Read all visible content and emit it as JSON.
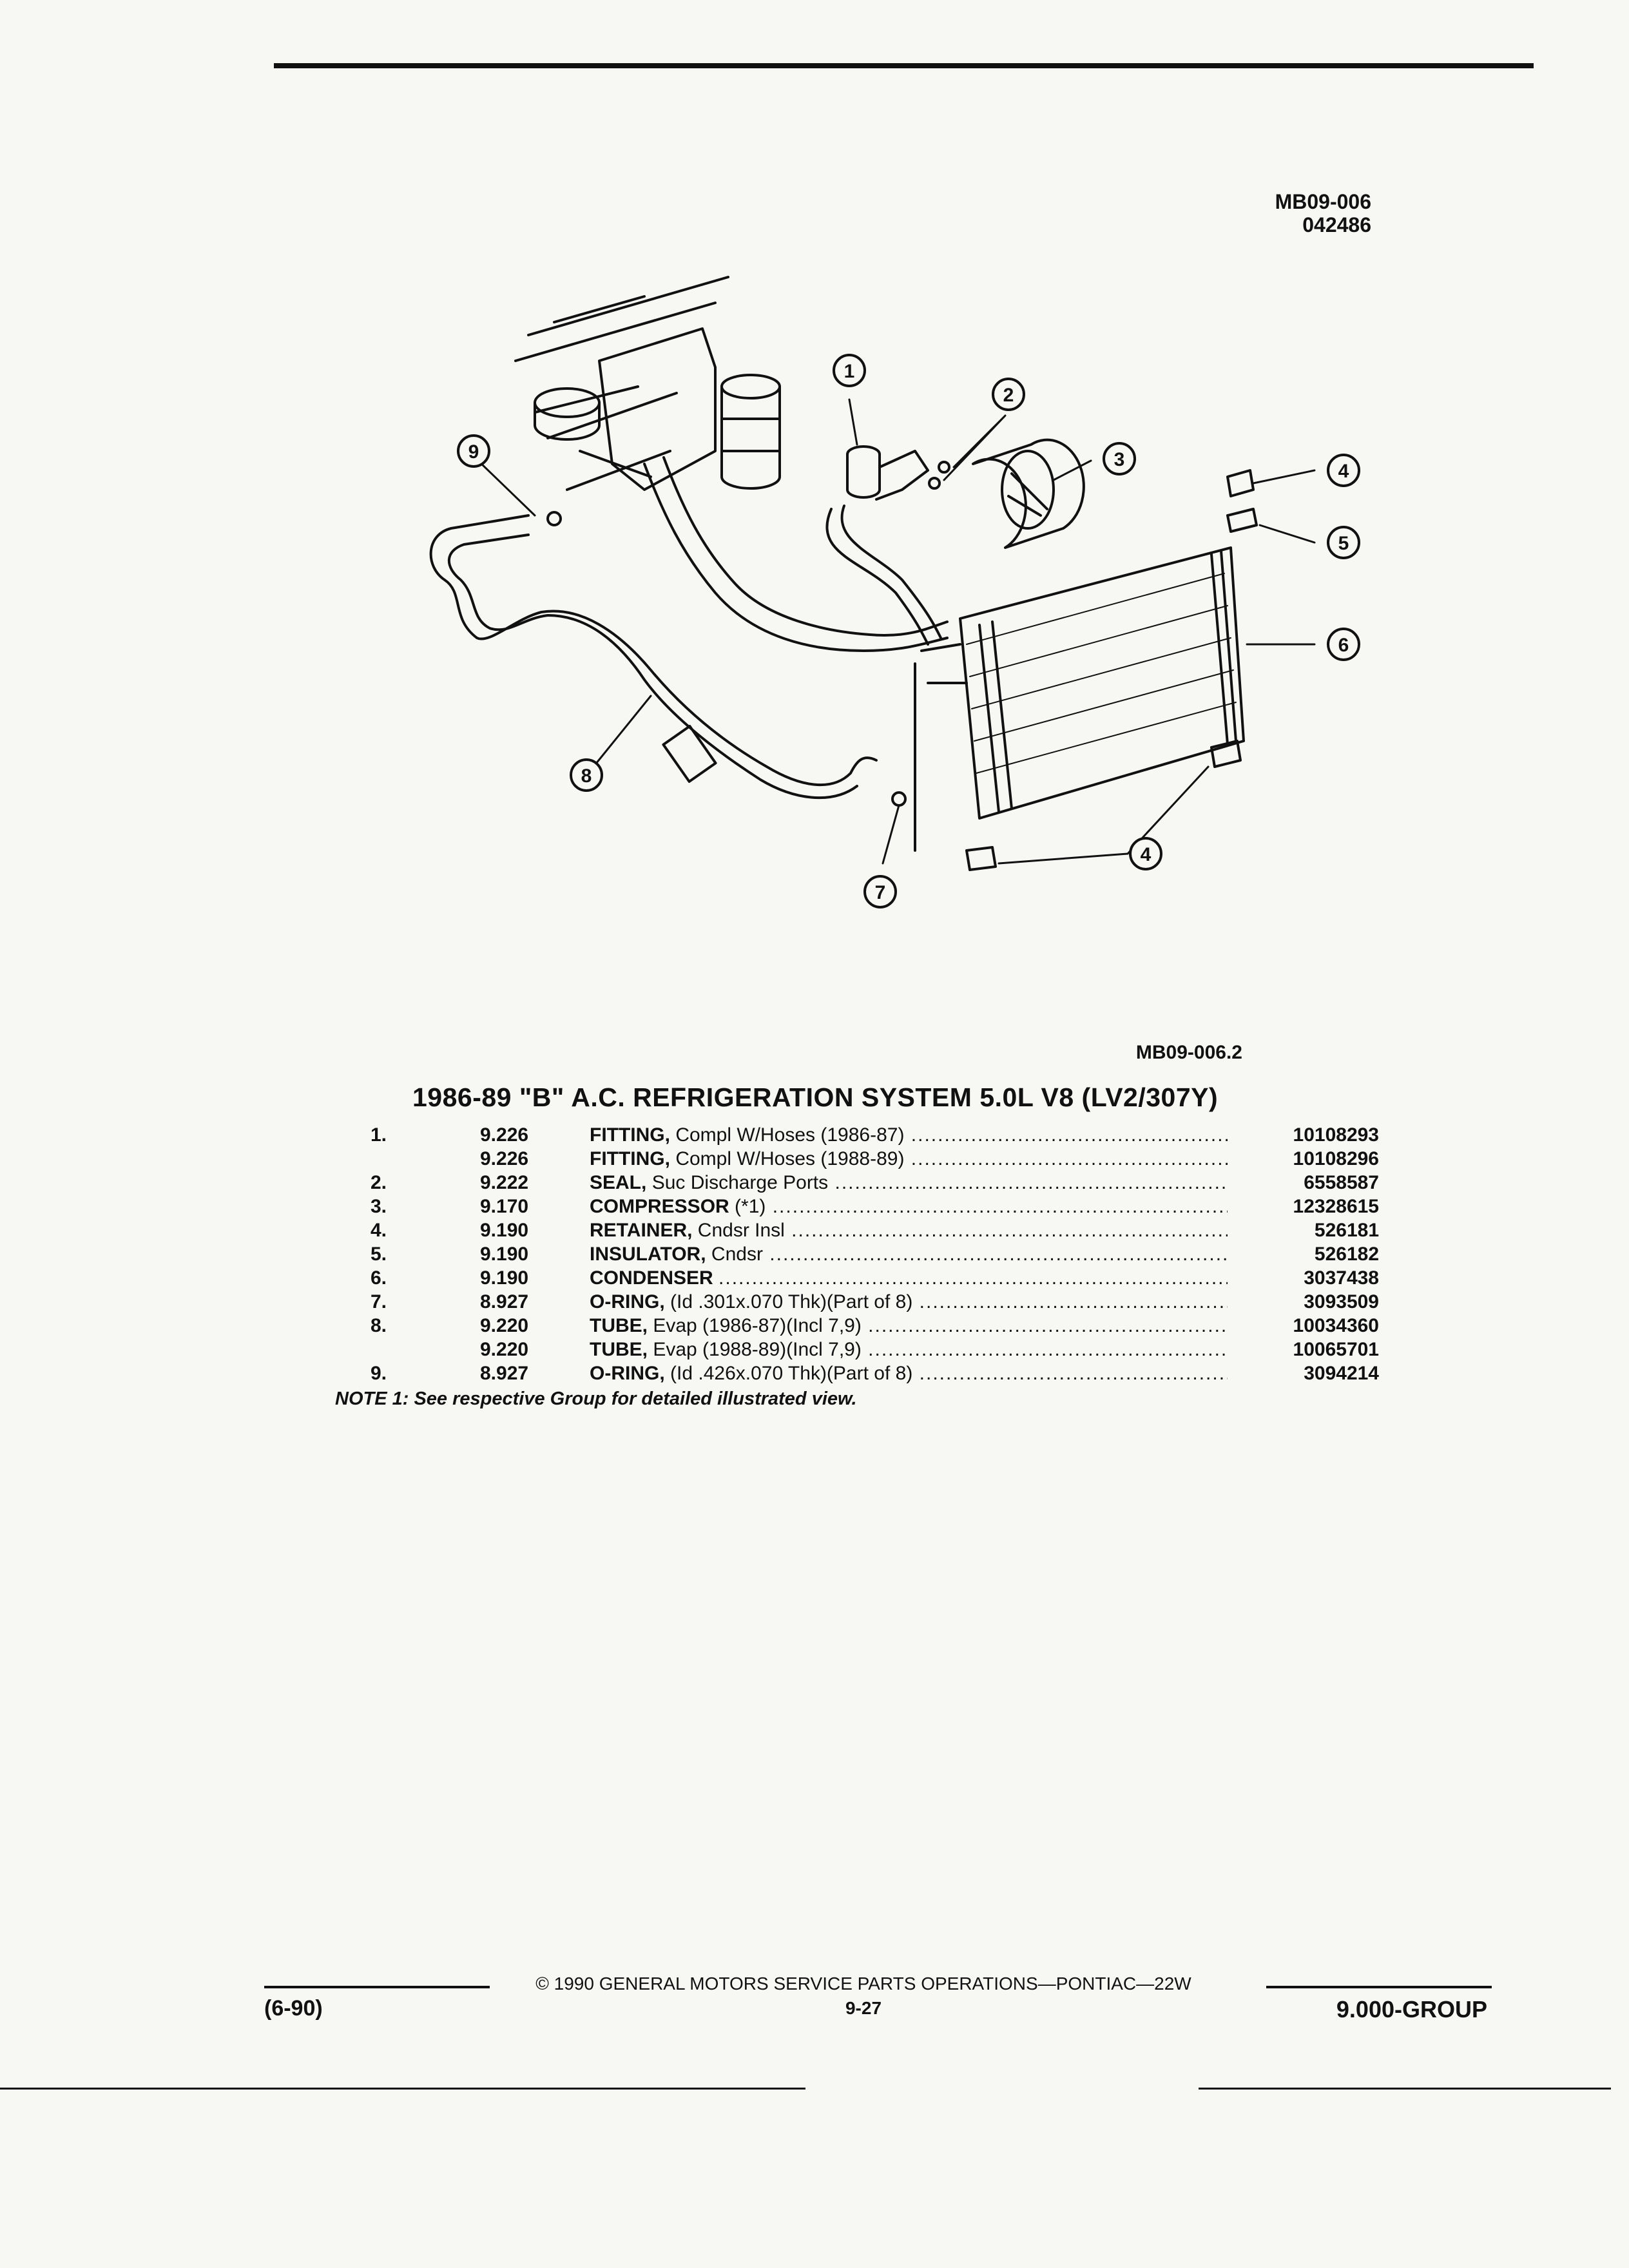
{
  "header": {
    "doc_code": "MB09-006",
    "doc_date": "042486"
  },
  "diagram": {
    "ref_code": "MB09-006.2",
    "callouts": [
      "1",
      "2",
      "3",
      "4",
      "5",
      "6",
      "7",
      "8",
      "9",
      "4"
    ]
  },
  "title": "1986-89 \"B\" A.C. REFRIGERATION SYSTEM 5.0L V8 (LV2/307Y)",
  "parts": [
    {
      "index": "1.",
      "group": "9.226",
      "name": "FITTING,",
      "detail": "Compl W/Hoses (1986-87)",
      "part_no": "10108293"
    },
    {
      "index": "",
      "group": "9.226",
      "name": "FITTING,",
      "detail": "Compl W/Hoses (1988-89)",
      "part_no": "10108296"
    },
    {
      "index": "2.",
      "group": "9.222",
      "name": "SEAL,",
      "detail": "Suc Discharge Ports",
      "part_no": "6558587"
    },
    {
      "index": "3.",
      "group": "9.170",
      "name": "COMPRESSOR",
      "detail": "(*1)",
      "part_no": "12328615"
    },
    {
      "index": "4.",
      "group": "9.190",
      "name": "RETAINER,",
      "detail": "Cndsr Insl",
      "part_no": "526181"
    },
    {
      "index": "5.",
      "group": "9.190",
      "name": "INSULATOR,",
      "detail": "Cndsr",
      "part_no": "526182"
    },
    {
      "index": "6.",
      "group": "9.190",
      "name": "CONDENSER",
      "detail": "",
      "part_no": "3037438"
    },
    {
      "index": "7.",
      "group": "8.927",
      "name": "O-RING,",
      "detail": "(Id .301x.070 Thk)(Part of 8)",
      "part_no": "3093509"
    },
    {
      "index": "8.",
      "group": "9.220",
      "name": "TUBE,",
      "detail": "Evap (1986-87)(Incl 7,9)",
      "part_no": "10034360"
    },
    {
      "index": "",
      "group": "9.220",
      "name": "TUBE,",
      "detail": "Evap (1988-89)(Incl 7,9)",
      "part_no": "10065701"
    },
    {
      "index": "9.",
      "group": "8.927",
      "name": "O-RING,",
      "detail": "(Id .426x.070 Thk)(Part of 8)",
      "part_no": "3094214"
    }
  ],
  "note": "NOTE 1: See respective Group for detailed illustrated view.",
  "footer": {
    "date": "(6-90)",
    "copyright": "© 1990 GENERAL MOTORS SERVICE PARTS OPERATIONS—PONTIAC—22W",
    "page": "9-27",
    "group": "9.000-GROUP"
  }
}
